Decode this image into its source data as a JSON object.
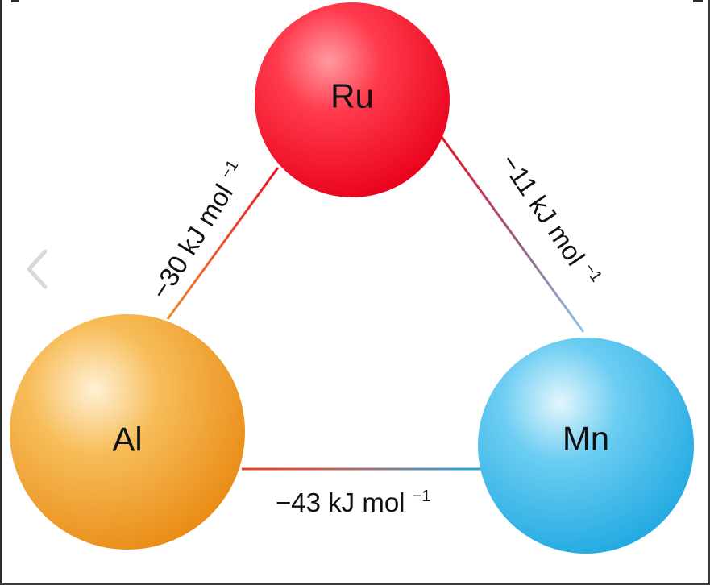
{
  "atoms": {
    "ru": {
      "symbol": "Ru",
      "color": "#ff1a2e"
    },
    "al": {
      "symbol": "Al",
      "color": "#f2981e"
    },
    "mn": {
      "symbol": "Mn",
      "color": "#27b0e8"
    }
  },
  "bonds": {
    "ru_al": {
      "value": "−30",
      "unit": "kJ mol",
      "exponent": "−1"
    },
    "ru_mn": {
      "value": "−11",
      "unit": "kJ mol",
      "exponent": "−1"
    },
    "al_mn": {
      "value": "−43",
      "unit": "kJ mol",
      "exponent": "−1"
    }
  },
  "icons": {
    "nav": "chevron-left-icon"
  }
}
